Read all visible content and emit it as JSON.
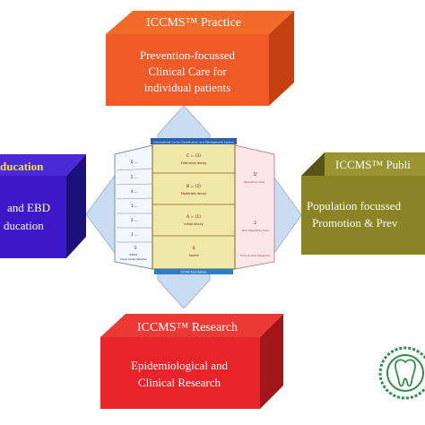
{
  "colors": {
    "practice_front": "#f05a28",
    "practice_top": "#f26b2a",
    "practice_side": "#c4410f",
    "research_front": "#e8232a",
    "research_side": "#a3161a",
    "education_front": "#3b19c9",
    "education_side": "#1f0f7a",
    "public_front": "#8a8426",
    "public_side": "#59551a",
    "arrow": "#c9dcf2",
    "arrow_edge": "#9fb6d6",
    "center_panel": "#efe8a8",
    "left_panel": "#f3f6fb",
    "right_panel": "#fbe6ea",
    "center_header": "#2d5fa8",
    "center_footer": "#2a7fc8"
  },
  "boxes": {
    "practice": {
      "title": "ICCMS™ Practice",
      "lines": [
        "Prevention-focussed",
        "Clinical Care for",
        "individual patients"
      ]
    },
    "research": {
      "title": "ICCMS™ Research",
      "lines": [
        "Epidemiological and",
        "Clinical Research"
      ]
    },
    "education": {
      "title": "ducation",
      "lines": [
        "and EBD",
        "ducation"
      ]
    },
    "public": {
      "title": "ICCMS™ Publi",
      "lines": [
        "Population focussed",
        "Promotion & Prev"
      ]
    }
  },
  "center": {
    "header": "International Caries Classification and Management System",
    "footer": "ICCMS Foundation",
    "left_column": [
      "6 ...",
      "5 ...",
      "4 ...",
      "3 ...",
      "2 ...",
      "1 ...",
      "0",
      "ICDAS",
      "Visual Caries Detection"
    ],
    "levels": [
      {
        "code": "C = (3)",
        "desc": "Extensive decay"
      },
      {
        "code": "B = (2)",
        "desc": "Moderate decay"
      },
      {
        "code": "A = (1)",
        "desc": "Initial decay"
      },
      {
        "code": "0",
        "desc": "Sound"
      }
    ],
    "right_column": [
      "3/",
      "Operative Care",
      "2",
      "Non-Operative Care",
      "Home & Clinic Prevention"
    ]
  }
}
